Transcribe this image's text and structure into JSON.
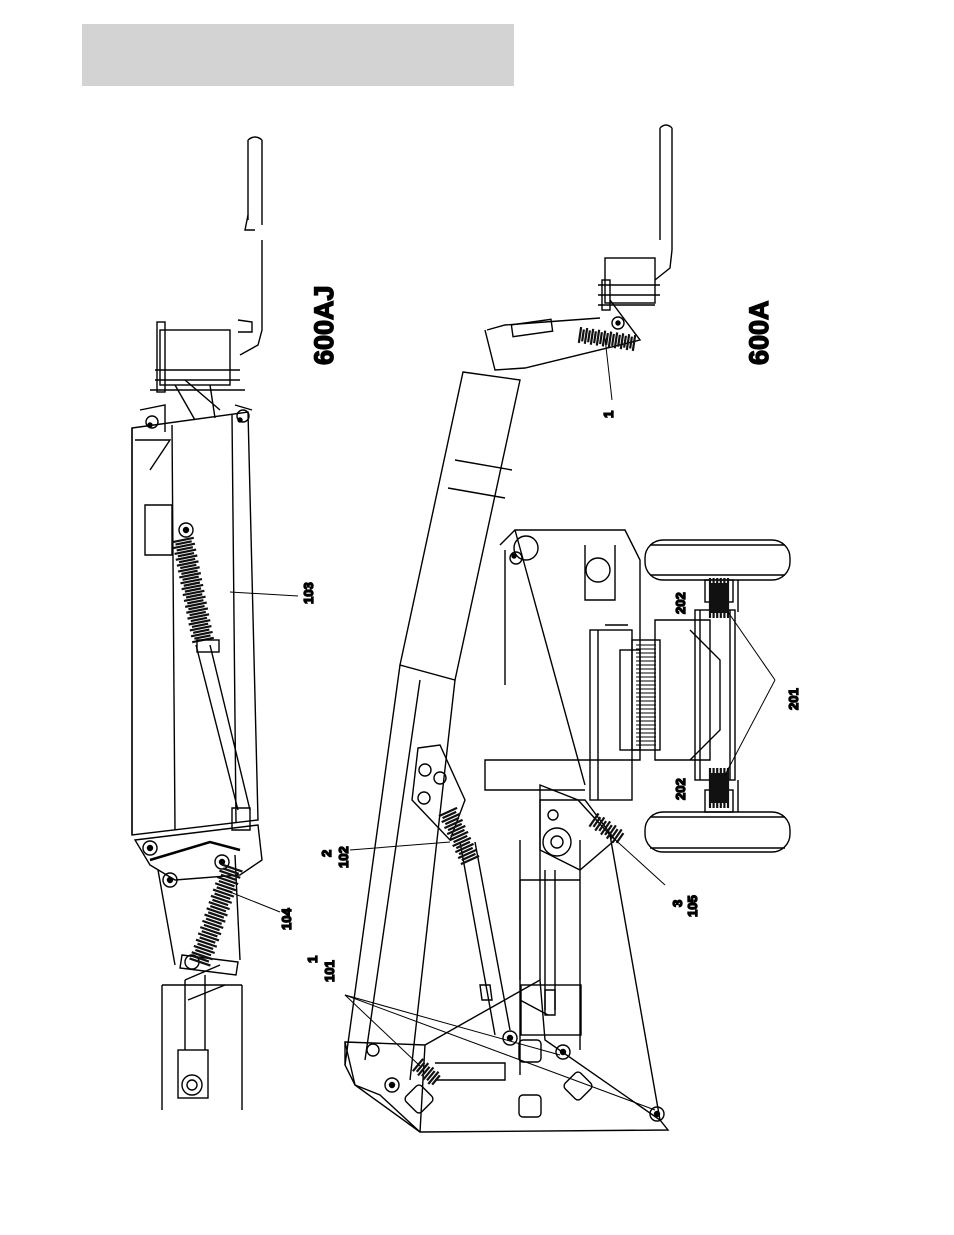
{
  "colors": {
    "header_bar": "#d3d3d3",
    "line": "#000000",
    "bellows": "#111111"
  },
  "models": {
    "top": "600AJ",
    "bottom": "600A"
  },
  "callouts": {
    "c103": "103",
    "c104": "104",
    "c1_jib": "1",
    "c2": "2",
    "c102": "102",
    "c1_boom": "1",
    "c101": "101",
    "c3": "3",
    "c105": "105",
    "c202_top": "202",
    "c202_bottom": "202",
    "c201": "201"
  }
}
